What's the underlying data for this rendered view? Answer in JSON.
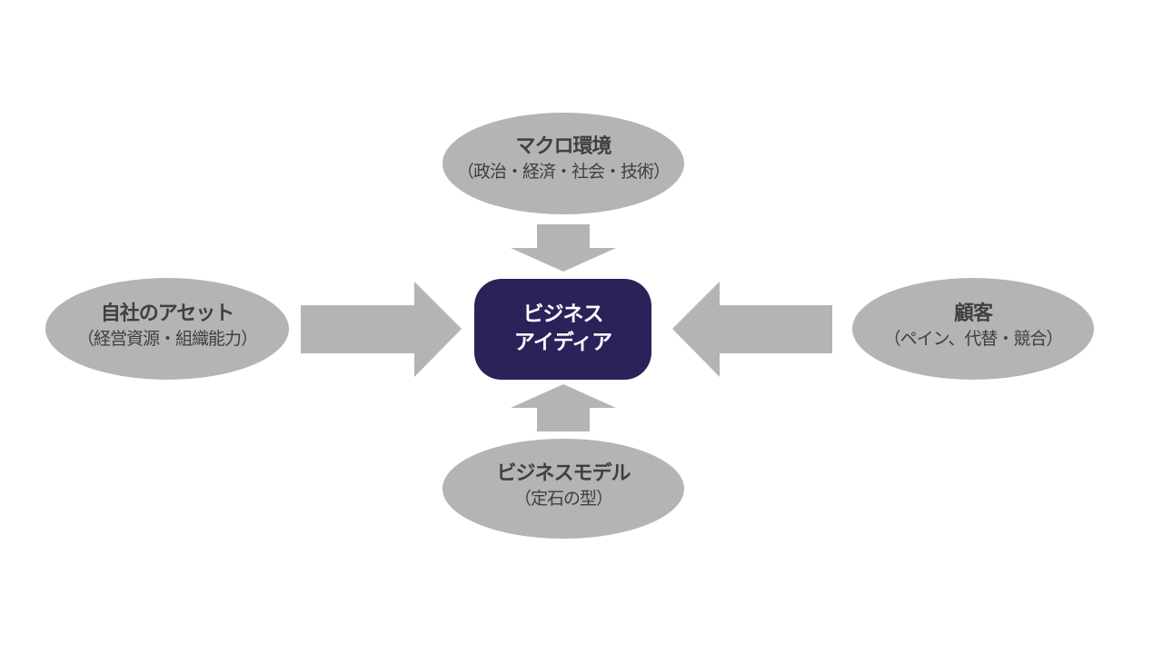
{
  "colors": {
    "node": "#b4b4b4",
    "arrow": "#b4b4b4",
    "center": "#2b2259",
    "text": "#3f3f3f"
  },
  "center": {
    "line1": "ビジネス",
    "line2": "アイディア"
  },
  "nodes": {
    "top": {
      "title": "マクロ環境",
      "sub": "（政治・経済・社会・技術）"
    },
    "left": {
      "title": "自社のアセット",
      "sub": "（経営資源・組織能力）"
    },
    "right": {
      "title": "顧客",
      "sub": "（ペイン、代替・競合）"
    },
    "bottom": {
      "title": "ビジネスモデル",
      "sub": "（定石の型）"
    }
  }
}
